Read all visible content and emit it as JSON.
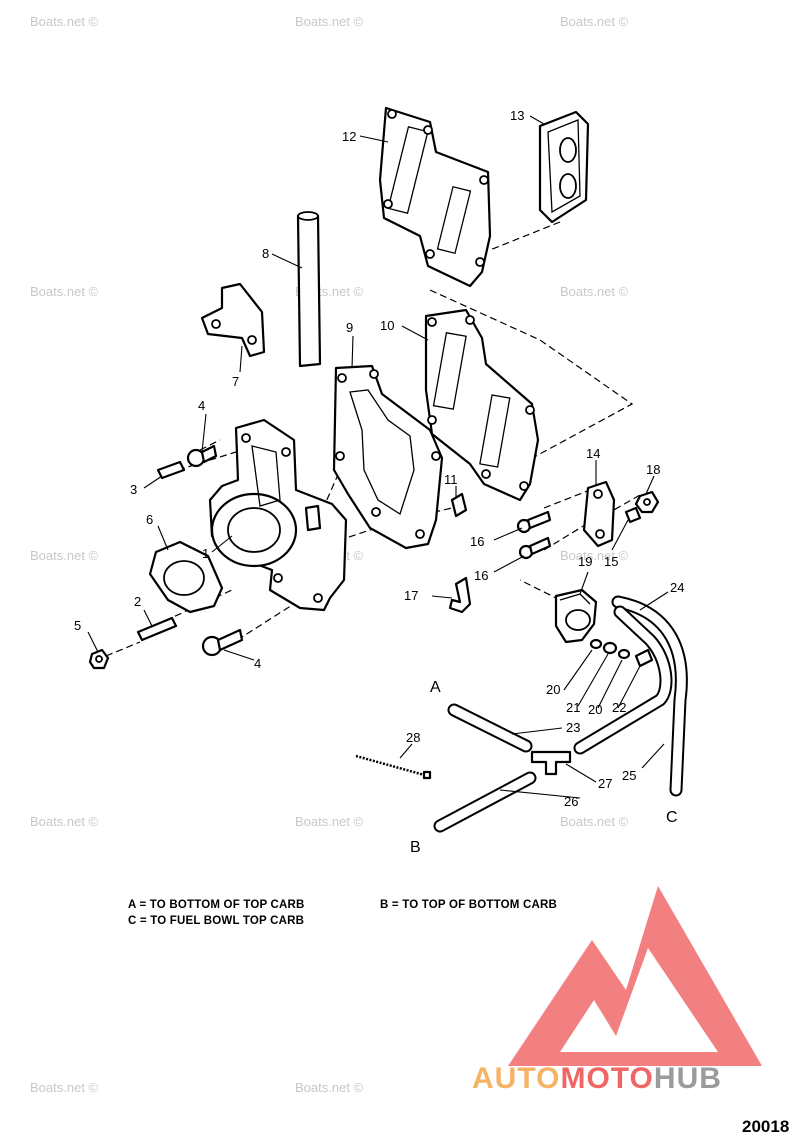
{
  "callouts": [
    {
      "id": "c1",
      "label": "1"
    },
    {
      "id": "c2",
      "label": "2"
    },
    {
      "id": "c3",
      "label": "3"
    },
    {
      "id": "c4a",
      "label": "4"
    },
    {
      "id": "c4b",
      "label": "4"
    },
    {
      "id": "c5",
      "label": "5"
    },
    {
      "id": "c6",
      "label": "6"
    },
    {
      "id": "c7",
      "label": "7"
    },
    {
      "id": "c8",
      "label": "8"
    },
    {
      "id": "c9",
      "label": "9"
    },
    {
      "id": "c10",
      "label": "10"
    },
    {
      "id": "c11",
      "label": "11"
    },
    {
      "id": "c12",
      "label": "12"
    },
    {
      "id": "c13",
      "label": "13"
    },
    {
      "id": "c14",
      "label": "14"
    },
    {
      "id": "c15",
      "label": "15"
    },
    {
      "id": "c16a",
      "label": "16"
    },
    {
      "id": "c16b",
      "label": "16"
    },
    {
      "id": "c17",
      "label": "17"
    },
    {
      "id": "c18",
      "label": "18"
    },
    {
      "id": "c19",
      "label": "19"
    },
    {
      "id": "c20a",
      "label": "20"
    },
    {
      "id": "c20b",
      "label": "20"
    },
    {
      "id": "c21",
      "label": "21"
    },
    {
      "id": "c22",
      "label": "22"
    },
    {
      "id": "c23",
      "label": "23"
    },
    {
      "id": "c24",
      "label": "24"
    },
    {
      "id": "c25",
      "label": "25"
    },
    {
      "id": "c26",
      "label": "26"
    },
    {
      "id": "c27",
      "label": "27"
    },
    {
      "id": "c28",
      "label": "28"
    }
  ],
  "letters": {
    "a": "A",
    "b": "B",
    "c": "C"
  },
  "legend": {
    "line1_left": "A = TO BOTTOM OF TOP CARB",
    "line1_right": "B = TO TOP OF BOTTOM CARB",
    "line2": "C = TO FUEL BOWL TOP CARB"
  },
  "watermark": "Boats.net ©",
  "drawing_number": "20018",
  "brand": {
    "part1": "AUTO",
    "part2": "MOTO",
    "part3": "HUB",
    "color1": "#f5a64a",
    "color2": "#ef4b4b",
    "color3": "#8a8a8a",
    "logo_color": "#f06a6a"
  }
}
